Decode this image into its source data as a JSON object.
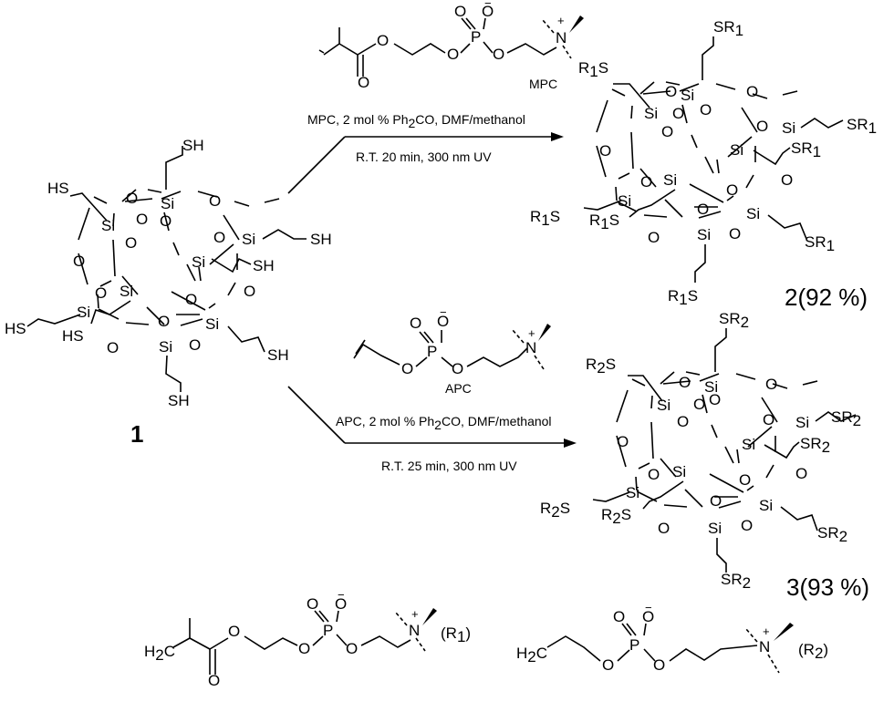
{
  "cage_1": {
    "label": "1",
    "si": "Si",
    "o": "O",
    "substituents": [
      "SH",
      "HS",
      "SH",
      "SH",
      "HS",
      "HS",
      "SH",
      "SH"
    ]
  },
  "cage_2": {
    "label": "2",
    "yield": "(92 %)",
    "si": "Si",
    "o": "O",
    "sub": "SR",
    "sub_rev": "R",
    "sub_rev_s": "S",
    "index": "1"
  },
  "cage_3": {
    "label": "3",
    "yield": "(93 %)",
    "si": "Si",
    "o": "O",
    "sub": "SR",
    "sub_rev": "R",
    "sub_rev_s": "S",
    "index": "2"
  },
  "reagent_top": {
    "name": "MPC",
    "conditions_1": "MPC, 2 mol % Ph",
    "conditions_1_sub": "2",
    "conditions_1_end": "CO, DMF/methanol",
    "conditions_2": "R.T. 20 min, 300 nm UV"
  },
  "reagent_bottom": {
    "name": "APC",
    "conditions_1": "APC, 2 mol % Ph",
    "conditions_1_sub": "2",
    "conditions_1_end": "CO, DMF/methanol",
    "conditions_2": "R.T. 25 min, 300 nm UV"
  },
  "atoms": {
    "o": "O",
    "p": "P",
    "n": "N",
    "minus": "−",
    "plus": "+",
    "h2c": "H",
    "h2c_sub": "2",
    "h2c_c": "C"
  },
  "r_labels": {
    "r1_open": "(R",
    "r1_index": "1",
    "r1_close": ")",
    "r2_open": "(R",
    "r2_index": "2",
    "r2_close": ")"
  }
}
